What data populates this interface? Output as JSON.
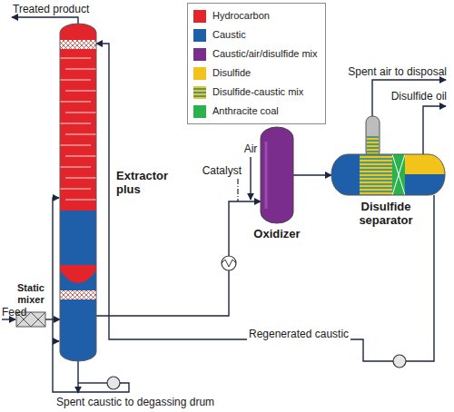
{
  "diagram": {
    "nodes": [
      {
        "text": [
          "Extractor plus"
        ]
      },
      {
        "text": [
          "Static mixer"
        ]
      },
      {
        "text": [
          "Oxidizer"
        ]
      },
      {
        "text": [
          "Disulfide separator"
        ]
      }
    ],
    "edges": [
      {
        "from": 1,
        "to": 0,
        "arrow": "to"
      },
      {
        "from": 0,
        "to": 2,
        "arrow": "to"
      },
      {
        "from": 2,
        "to": 3,
        "arrow": "to"
      },
      {
        "from": 3,
        "to": 0,
        "label": "Regenerated caustic",
        "arrow": "to"
      }
    ],
    "labels": [
      "Treated product",
      "Feed",
      "Catalyst",
      "Air",
      "Spent air to disposal",
      "Disulfide oil",
      "Spent caustic to degassing drum"
    ],
    "legend": [
      {
        "text": "Hydrocarbon",
        "color": "#e3242b"
      },
      {
        "text": "Caustic",
        "color": "#1f5ea8"
      },
      {
        "text": "Caustic/air/disulfide mix",
        "color": "#7b2d8e"
      },
      {
        "text": "Disulfide",
        "color": "#f2c31b"
      },
      {
        "text": "Disulfide-caustic mix"
      },
      {
        "text": "Anthracite coal",
        "color": "#2bb24c"
      }
    ]
  }
}
